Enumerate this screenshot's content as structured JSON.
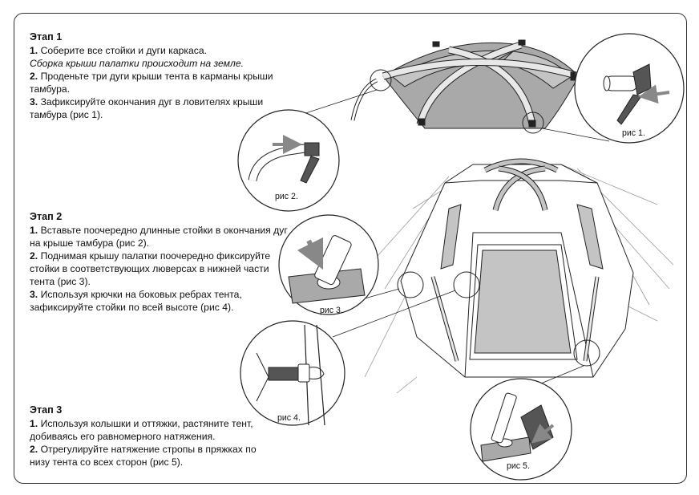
{
  "stages": [
    {
      "title": "Этап 1",
      "lines": [
        {
          "num": "1.",
          "text": "Соберите все стойки и дуги каркаса."
        },
        {
          "num": "",
          "text": "Сборка крыши палатки происходит на земле.",
          "italic": true
        },
        {
          "num": "2.",
          "text": "Проденьте три дуги крыши тента в карманы крыши"
        },
        {
          "num": "",
          "text": "тамбура."
        },
        {
          "num": "3.",
          "text": "Зафиксируйте окончания дуг в ловителях крыши"
        },
        {
          "num": "",
          "text": "тамбура (рис 1)."
        }
      ]
    },
    {
      "title": "Этап 2",
      "lines": [
        {
          "num": "1.",
          "text": "Вставьте поочередно длинные стойки в окончания дуг"
        },
        {
          "num": "",
          "text": "на крыше тамбура (рис 2)."
        },
        {
          "num": "2.",
          "text": "Поднимая крышу палатки поочередно фиксируйте"
        },
        {
          "num": "",
          "text": "стойки в соответствующих люверсах в нижней части"
        },
        {
          "num": "",
          "text": "тента (рис 3)."
        },
        {
          "num": "3.",
          "text": "Используя крючки на боковых ребрах тента,"
        },
        {
          "num": "",
          "text": "зафиксируйте стойки по всей высоте (рис 4)."
        }
      ]
    },
    {
      "title": "Этап 3",
      "lines": [
        {
          "num": "1.",
          "text": "Используя колышки и оттяжки, растяните тент,"
        },
        {
          "num": "",
          "text": "добиваясь его равномерного натяжения."
        },
        {
          "num": "2.",
          "text": "Отрегулируйте натяжение стропы в пряжках по"
        },
        {
          "num": "",
          "text": "низу тента со всех сторон (рис 5)."
        }
      ]
    }
  ],
  "figures": {
    "fig1": "рис 1.",
    "fig2": "рис 2.",
    "fig3": "рис 3.",
    "fig4": "рис 4.",
    "fig5": "рис 5."
  },
  "colors": {
    "tent_fill": "#a9a9a9",
    "tent_panel": "#c4c4c4",
    "arc_fill": "#e8e8e8",
    "line": "#222222",
    "guy_line": "#9a9a9a"
  }
}
